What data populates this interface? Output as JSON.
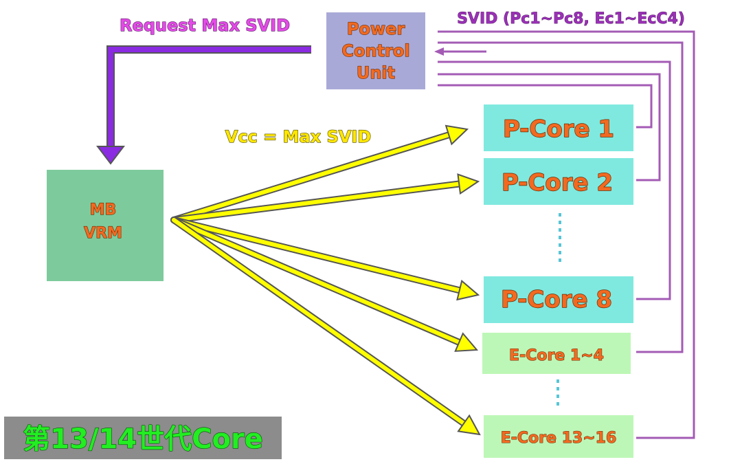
{
  "labels": {
    "request": "Request Max SVID",
    "svid_bus": "SVID (Pc1~Pc8, Ec1~EcC4)",
    "vcc": "Vcc = Max SVID",
    "generation": "第13/14世代Core"
  },
  "pcu": {
    "line1": "Power",
    "line2": "Control",
    "line3": "Unit"
  },
  "vrm": {
    "line1": "MB",
    "line2": "VRM"
  },
  "cores": [
    {
      "label": "P-Core 1"
    },
    {
      "label": "P-Core 2"
    },
    {
      "label": "P-Core 8"
    },
    {
      "label": "E-Core 1~4"
    },
    {
      "label": "E-Core 13~16"
    }
  ],
  "colors": {
    "pcu_fill": "#A9A9D8",
    "vrm_fill": "#7DCB9C",
    "pcore_fill": "#7FE9DF",
    "ecore_fill": "#BDF7B7",
    "core_text": "#F26A21",
    "svid_line": "#A35BB5",
    "request_arrow": "#8A2BE2",
    "request_text": "#E34BE6",
    "vcc_arrow": "#FFFF00",
    "vcc_text": "#FFE600",
    "generation_text": "#22EE22",
    "generation_bg": "#8C8C8C"
  }
}
